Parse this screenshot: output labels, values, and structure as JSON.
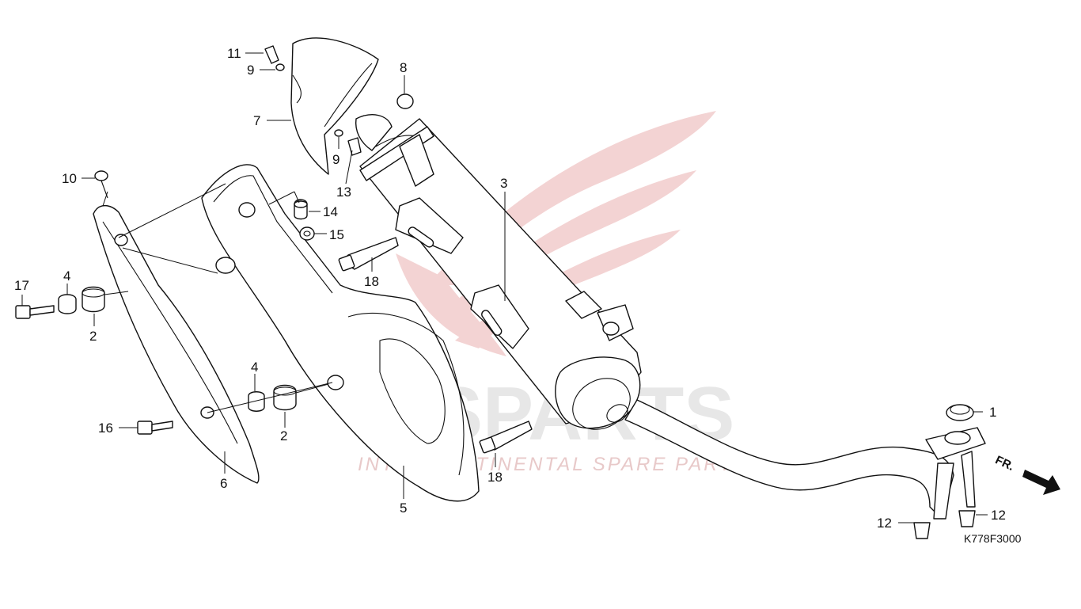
{
  "watermark": {
    "brand": "ICSPARTS",
    "tagline": "INTERCONTINENTAL SPARE PARTS",
    "logo_color": "#e8a0a0"
  },
  "diagram_code": "K778F3000",
  "direction_label": "FR.",
  "callouts": [
    {
      "id": "c11",
      "text": "11"
    },
    {
      "id": "c9a",
      "text": "9"
    },
    {
      "id": "c7",
      "text": "7"
    },
    {
      "id": "c9b",
      "text": "9"
    },
    {
      "id": "c13",
      "text": "13"
    },
    {
      "id": "c8",
      "text": "8"
    },
    {
      "id": "c3",
      "text": "3"
    },
    {
      "id": "c10",
      "text": "10"
    },
    {
      "id": "c14",
      "text": "14"
    },
    {
      "id": "c15",
      "text": "15"
    },
    {
      "id": "c18a",
      "text": "18"
    },
    {
      "id": "c17",
      "text": "17"
    },
    {
      "id": "c4a",
      "text": "4"
    },
    {
      "id": "c2a",
      "text": "2"
    },
    {
      "id": "c4b",
      "text": "4"
    },
    {
      "id": "c2b",
      "text": "2"
    },
    {
      "id": "c16",
      "text": "16"
    },
    {
      "id": "c6",
      "text": "6"
    },
    {
      "id": "c5",
      "text": "5"
    },
    {
      "id": "c18b",
      "text": "18"
    },
    {
      "id": "c1",
      "text": "1"
    },
    {
      "id": "c12a",
      "text": "12"
    },
    {
      "id": "c12b",
      "text": "12"
    }
  ]
}
